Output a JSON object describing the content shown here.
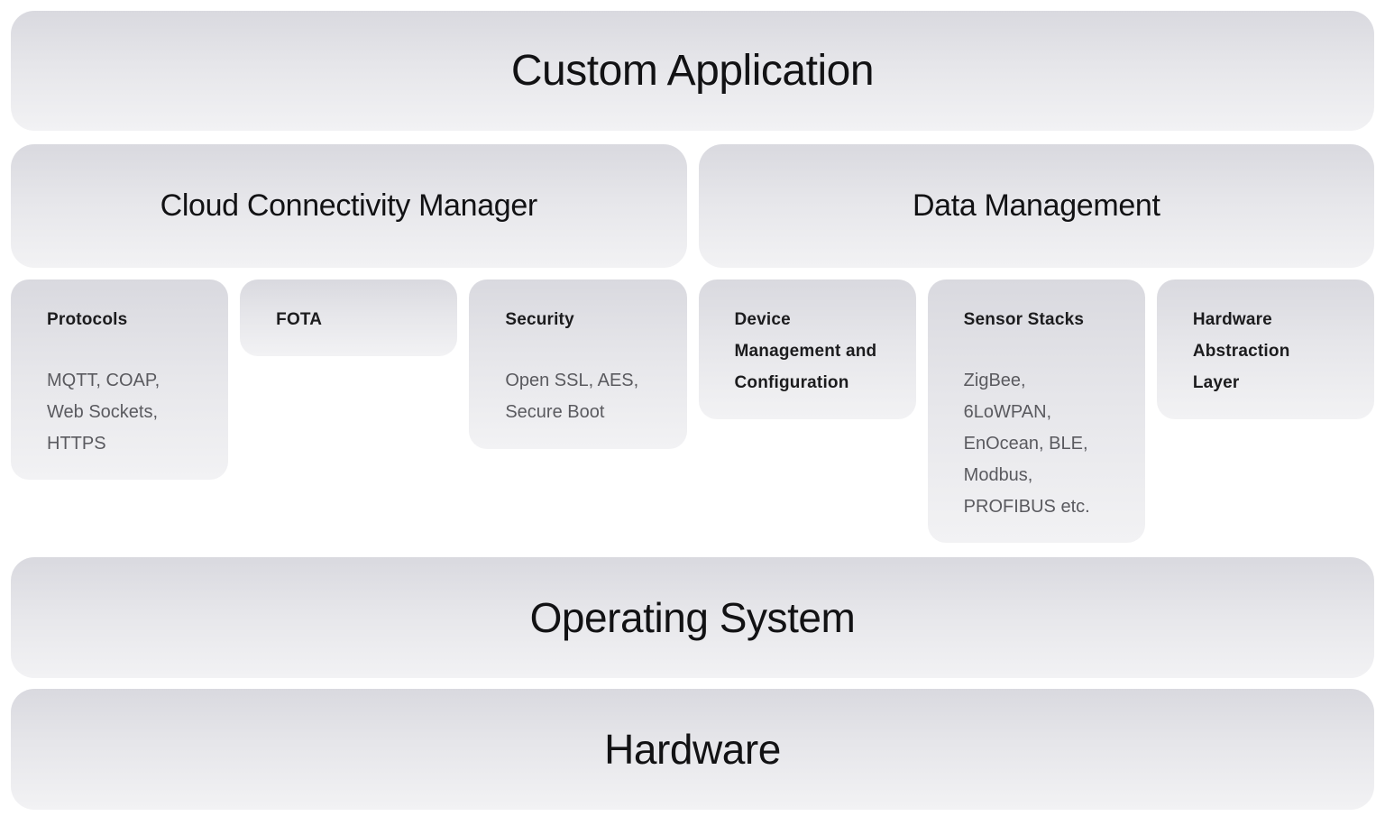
{
  "layers": {
    "custom_application": "Custom Application",
    "cloud_connectivity_manager": "Cloud Connectivity Manager",
    "data_management": "Data Management",
    "operating_system": "Operating System",
    "hardware": "Hardware"
  },
  "modules": [
    {
      "title": "Protocols",
      "items": "MQTT, COAP,\nWeb Sockets,\nHTTPS"
    },
    {
      "title": "FOTA"
    },
    {
      "title": "Security",
      "items": "Open SSL, AES,\nSecure Boot"
    },
    {
      "title": "Device\nManagement and\nConfiguration"
    },
    {
      "title": "Sensor Stacks",
      "items": "ZigBee,\n6LoWPAN,\nEnOcean, BLE,\nModbus,\nPROFIBUS etc."
    },
    {
      "title": "Hardware\nAbstraction\nLayer"
    }
  ],
  "colors": {
    "background": "#ffffff",
    "box_gradient_top": "#d9d9df",
    "box_gradient_bottom": "#f2f2f4",
    "header_text": "#121214",
    "module_title_text": "#1c1c1e",
    "module_body_text": "#5a5a5f"
  }
}
